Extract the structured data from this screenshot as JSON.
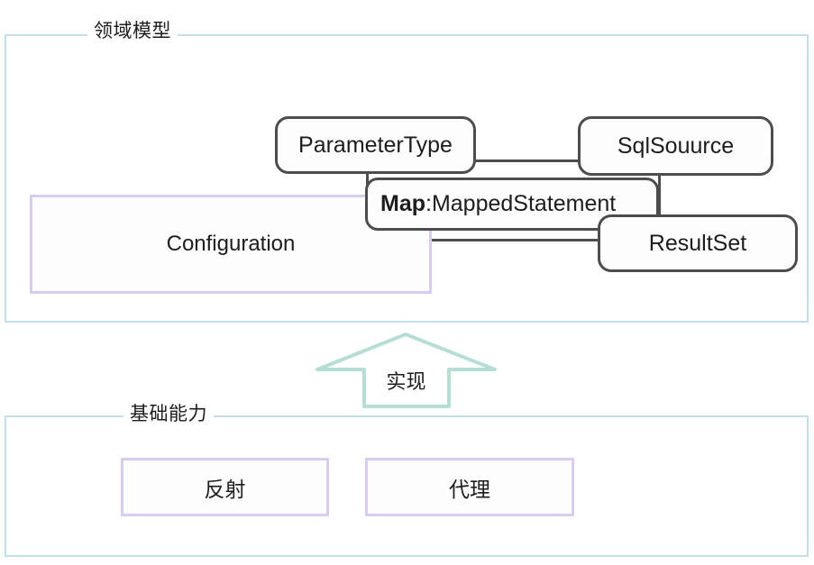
{
  "diagram": {
    "title_top": "领域模型",
    "title_bottom": "基础能力",
    "arrow_label": "实现",
    "colors": {
      "layer_border": "#c3dfee",
      "node_border": "#4d4d4d",
      "purple_border": "#d9cdef",
      "arrow_stroke": "#b4ded6",
      "text": "#1d1d1d",
      "background": "#ffffff"
    },
    "domain_layer": {
      "label": "领域模型",
      "nodes": [
        {
          "id": "parameter-type",
          "label": "ParameterType",
          "style": "rounded-dark"
        },
        {
          "id": "sql-souurce",
          "label": "SqlSouurce",
          "style": "rounded-dark"
        },
        {
          "id": "mapped-statement",
          "label_bold": "Map",
          "label_rest": ":MappedStatement",
          "style": "rounded-dark"
        },
        {
          "id": "result-set",
          "label": "ResultSet",
          "style": "rounded-dark"
        },
        {
          "id": "configuration",
          "label": "Configuration",
          "style": "purple-rect"
        }
      ]
    },
    "foundation_layer": {
      "label": "基础能力",
      "nodes": [
        {
          "id": "reflection",
          "label": "反射",
          "style": "purple-rect"
        },
        {
          "id": "proxy",
          "label": "代理",
          "style": "purple-rect"
        }
      ]
    },
    "relation": {
      "label": "实现",
      "direction": "up",
      "from": "基础能力",
      "to": "领域模型"
    }
  }
}
